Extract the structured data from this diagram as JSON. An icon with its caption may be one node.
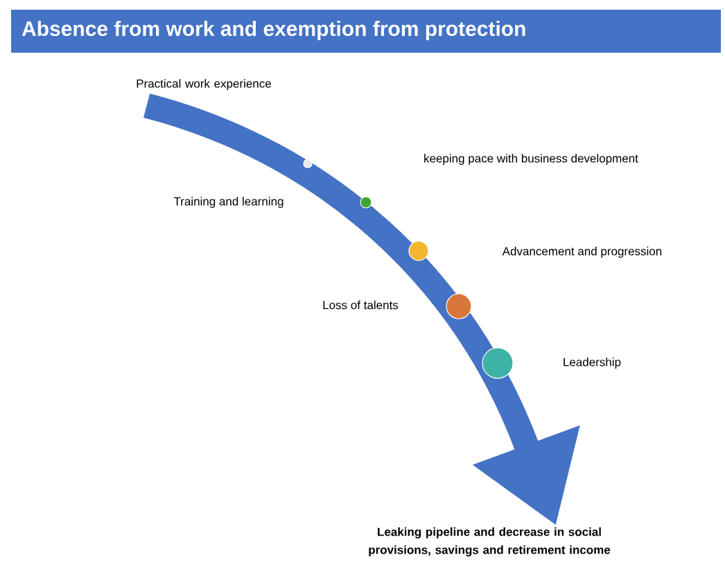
{
  "diagram": {
    "title": "Absence from work and exemption from protection",
    "nodes": [
      {
        "text": [
          "Practical work experience"
        ]
      },
      {
        "text": [
          "Leaking pipeline and decrease in social provisions, savings and retirement income"
        ]
      }
    ],
    "edges": [
      {
        "from": 0,
        "to": 1,
        "arrow": "to"
      }
    ],
    "labels": [
      "keeping pace with business development",
      "Training and learning",
      "Advancement and progression",
      "Loss of talents",
      "Leadership"
    ]
  }
}
